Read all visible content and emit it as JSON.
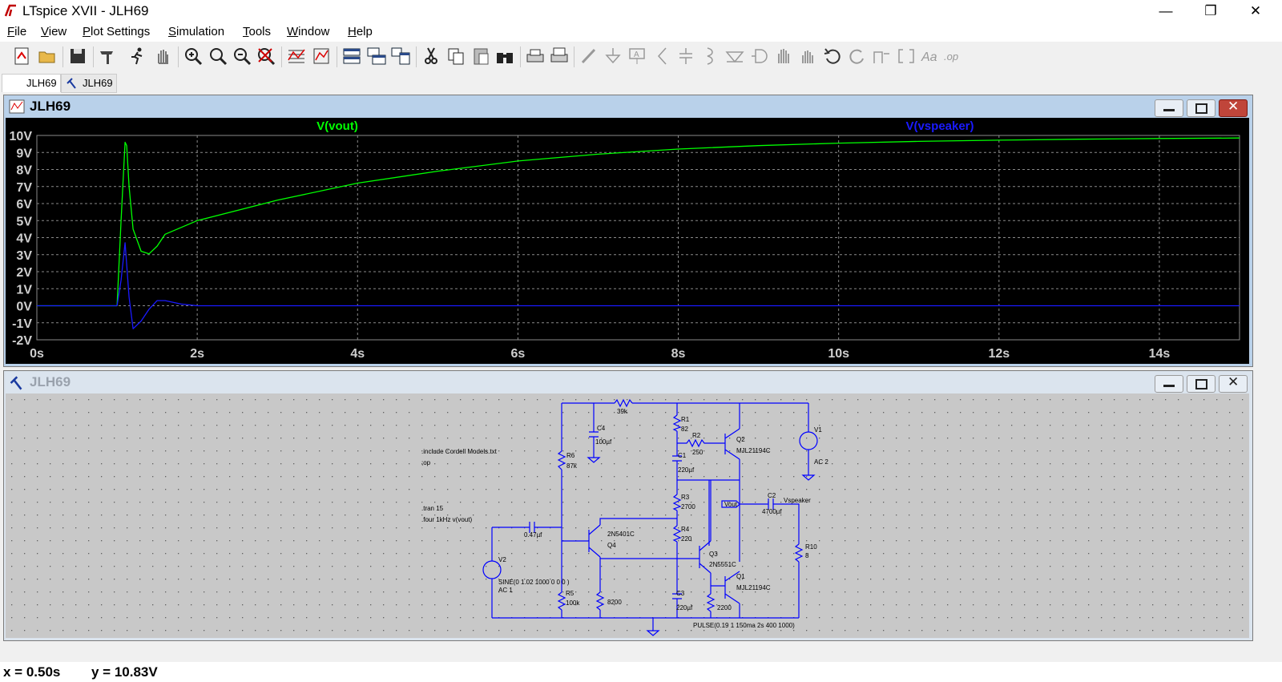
{
  "window": {
    "title": "LTspice XVII - JLH69"
  },
  "menu": [
    {
      "label": "File",
      "u": "F",
      "rest": "ile"
    },
    {
      "label": "View",
      "u": "V",
      "rest": "iew"
    },
    {
      "label": "Plot Settings",
      "u": "P",
      "rest": "lot Settings"
    },
    {
      "label": "Simulation",
      "u": "S",
      "rest": "imulation"
    },
    {
      "label": "Tools",
      "u": "T",
      "rest": "ools"
    },
    {
      "label": "Window",
      "u": "W",
      "rest": "indow"
    },
    {
      "label": "Help",
      "u": "H",
      "rest": "elp"
    }
  ],
  "tabs": [
    {
      "label": "JLH69",
      "icon": "waveform-tab-icon"
    },
    {
      "label": "JLH69",
      "icon": "schematic-tab-icon"
    }
  ],
  "plot_pane": {
    "title": "JLH69"
  },
  "schematic_pane": {
    "title": "JLH69"
  },
  "colors": {
    "trace_vout": "#00ff00",
    "trace_vspeaker": "#1a1aff",
    "wire": "#0000ff",
    "plot_bg": "#000000",
    "schematic_bg": "#c8c8c8"
  },
  "chart_data": {
    "type": "line",
    "xlabel": "",
    "ylabel": "",
    "xlim": [
      0,
      15
    ],
    "ylim": [
      -2,
      10
    ],
    "xticks": [
      "0s",
      "2s",
      "4s",
      "6s",
      "8s",
      "10s",
      "12s",
      "14s"
    ],
    "yticks": [
      "10V",
      "9V",
      "8V",
      "7V",
      "6V",
      "5V",
      "4V",
      "3V",
      "2V",
      "1V",
      "0V",
      "-1V",
      "-2V"
    ],
    "grid": true,
    "series": [
      {
        "name": "V(vout)",
        "color": "#00ff00",
        "x": [
          0,
          1.0,
          1.05,
          1.1,
          1.12,
          1.15,
          1.2,
          1.3,
          1.4,
          1.5,
          1.6,
          2.0,
          3.0,
          4.0,
          5.0,
          6.0,
          7.0,
          8.0,
          9.0,
          10.0,
          11.0,
          12.0,
          13.0,
          14.0,
          15.0
        ],
        "y": [
          0,
          0,
          5.0,
          9.6,
          9.4,
          7.0,
          4.5,
          3.2,
          3.05,
          3.5,
          4.2,
          5.0,
          6.2,
          7.2,
          7.9,
          8.5,
          8.9,
          9.2,
          9.4,
          9.55,
          9.65,
          9.72,
          9.78,
          9.82,
          9.85
        ]
      },
      {
        "name": "V(vspeaker)",
        "color": "#1a1aff",
        "x": [
          0,
          1.0,
          1.05,
          1.1,
          1.15,
          1.2,
          1.3,
          1.4,
          1.5,
          1.6,
          1.8,
          2.0,
          15.0
        ],
        "y": [
          0,
          0,
          1.5,
          3.7,
          0.5,
          -1.35,
          -0.9,
          -0.2,
          0.3,
          0.3,
          0.1,
          0,
          0
        ]
      }
    ]
  },
  "schematic": {
    "directives": [
      ".include Cordell Models.txt",
      ";op",
      ".tran 15",
      ".four 1kHz v(vout)"
    ],
    "labels": {
      "r39k": "39k",
      "c4": "C4",
      "c4v": "100µf",
      "r6": "R6",
      "r6v": "87k",
      "r1": "R1",
      "r1v": "82",
      "r2": "R2",
      "r2v": "250",
      "c1": "C1",
      "c1v": "220µf",
      "r3": "R3",
      "r3v": "2700",
      "r4": "R4",
      "r4v": "220",
      "q2": "Q2",
      "q2v": "MJL21194C",
      "q3": "Q3",
      "q3v": "2N5551C",
      "q1": "Q1",
      "q1v": "MJL21194C",
      "q4v": "2N5401C",
      "q4": "Q4",
      "cin": "0.47µf",
      "v2": "V2",
      "v2v": "SINE(0 1.02 1000 0 0 0 )",
      "v2ac": "AC 1",
      "r5": "R5",
      "r5v": "100k",
      "r8200": "8200",
      "c3": "C3",
      "c3v": "220µf",
      "r2200": "2200",
      "v1": "V1",
      "v1ac": "AC 2",
      "c2": "C2",
      "c2v": "4700µf",
      "vout": "Vout",
      "vspeaker": "Vspeaker",
      "r10": "R10",
      "r10v": "8",
      "pulse": "PULSE(0.19 1 150ma 2s 400 1000)"
    }
  },
  "status": {
    "x": "x = 0.50s",
    "y": "y = 10.83V"
  }
}
